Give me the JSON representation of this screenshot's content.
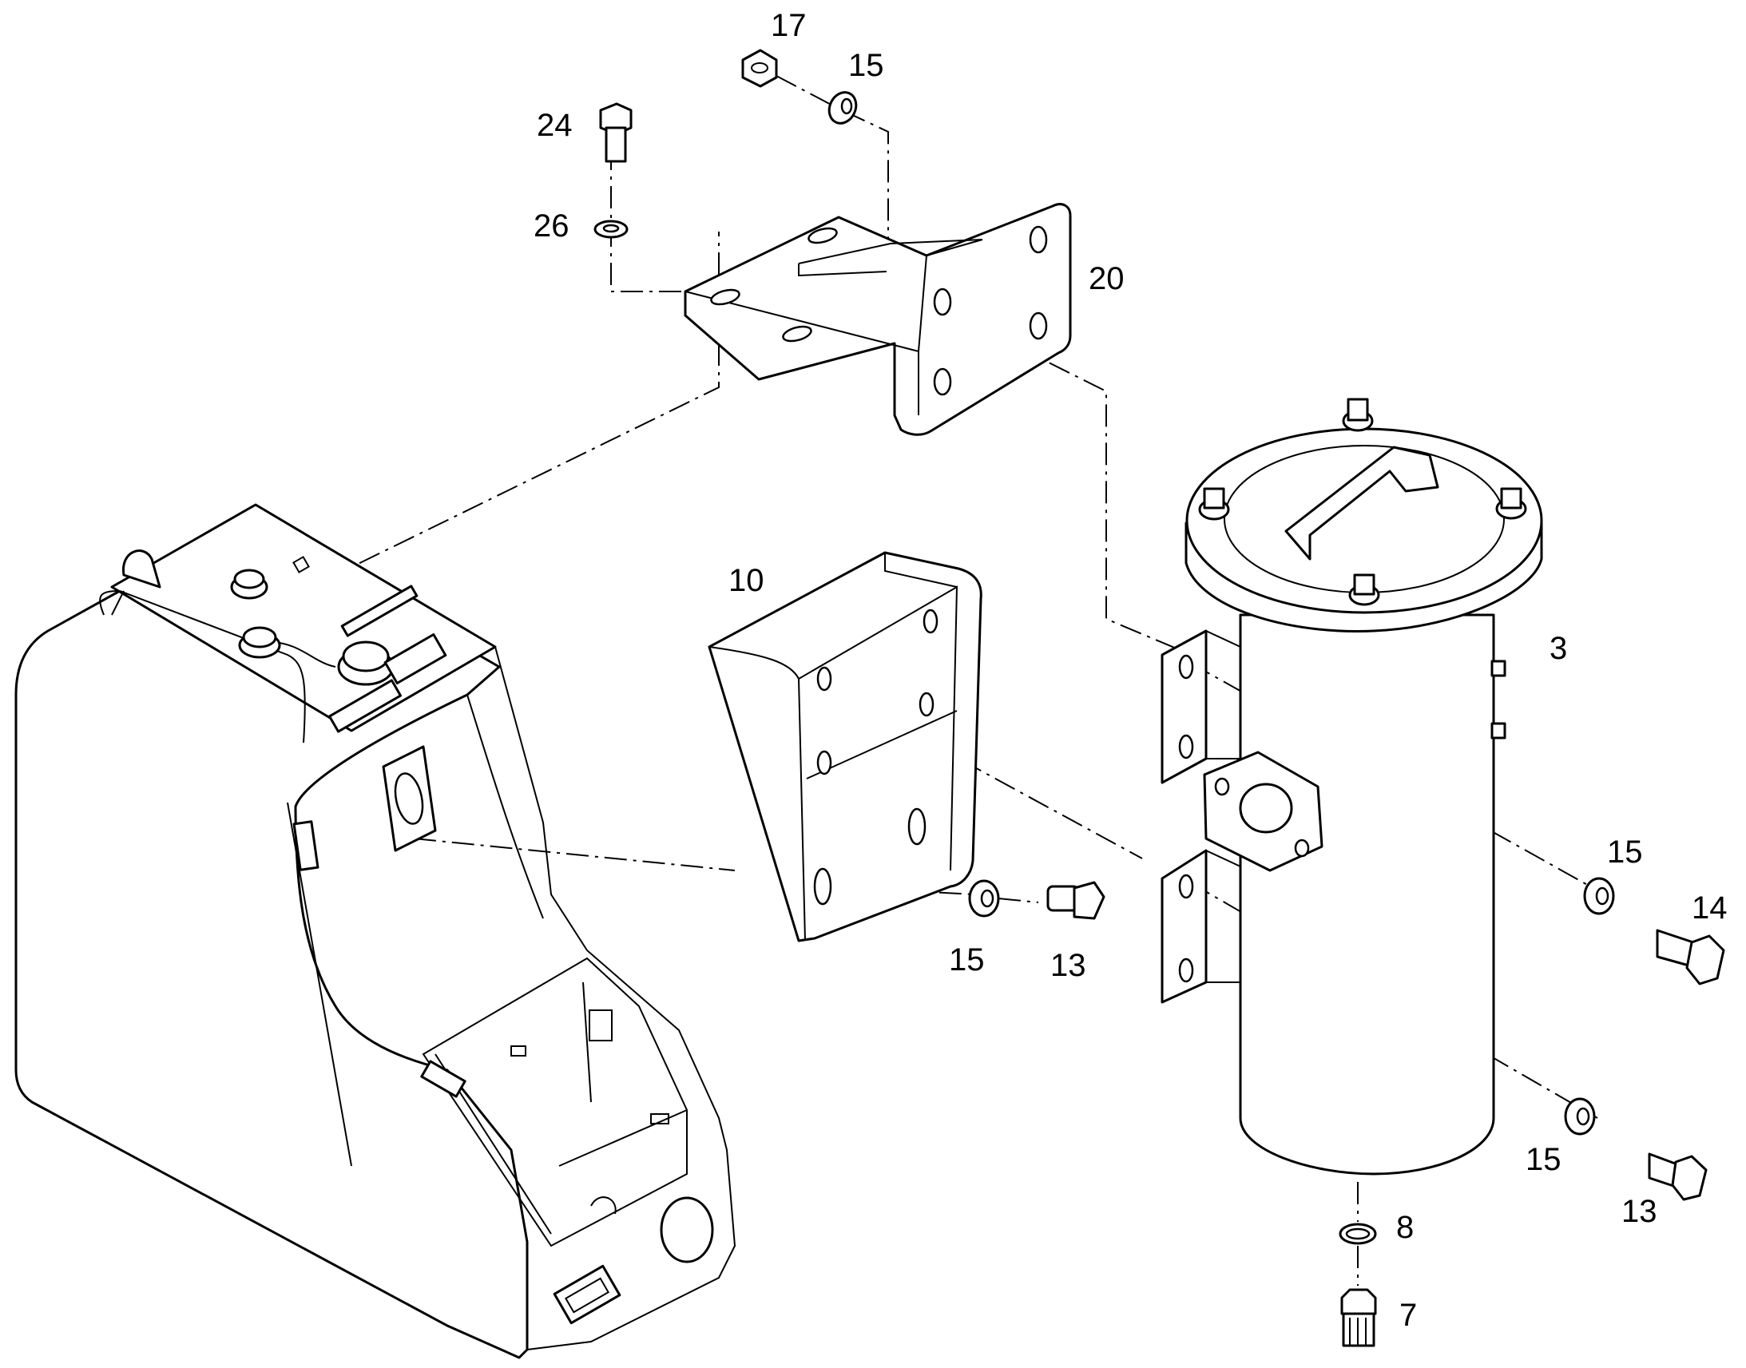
{
  "callouts": [
    {
      "id": "17",
      "text": "17"
    },
    {
      "id": "15a",
      "text": "15"
    },
    {
      "id": "24",
      "text": "24"
    },
    {
      "id": "26",
      "text": "26"
    },
    {
      "id": "20",
      "text": "20"
    },
    {
      "id": "10",
      "text": "10"
    },
    {
      "id": "3",
      "text": "3"
    },
    {
      "id": "15b",
      "text": "15"
    },
    {
      "id": "13a",
      "text": "13"
    },
    {
      "id": "15c",
      "text": "15"
    },
    {
      "id": "14",
      "text": "14"
    },
    {
      "id": "15d",
      "text": "15"
    },
    {
      "id": "13b",
      "text": "13"
    },
    {
      "id": "8",
      "text": "8"
    },
    {
      "id": "7",
      "text": "7"
    }
  ]
}
